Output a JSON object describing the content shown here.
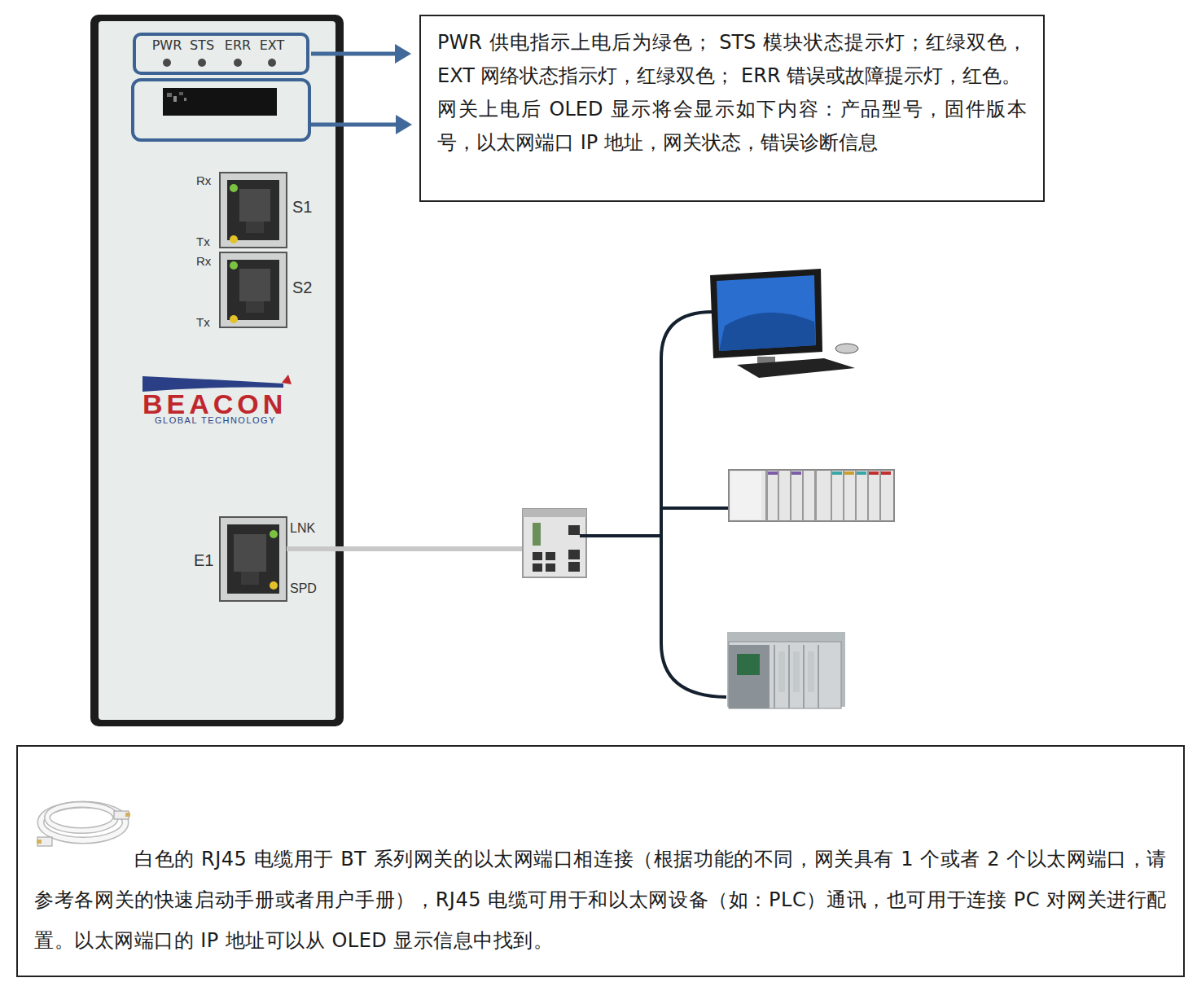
{
  "diagram": {
    "nodes": [
      {
        "text": [
          "BEACON",
          "GLOBAL TECHNOLOGY"
        ]
      },
      {
        "text": [
          "PWR",
          "STS",
          "ERR",
          "EXT"
        ],
        "in": 0
      },
      {
        "text": [
          "PWR 供电指示上电后为绿色； STS 模块状态提示灯；红绿双色， EXT 网络状态指示灯，红绿双色； ERR 错误或故障提示灯，红色。",
          "网关上电后 OLED 显示将会显示如下内容：产品型号，固件版本号，以太网端口 IP 地址，网关状态，错误诊断信息"
        ]
      },
      {
        "text": [
          "白色的 RJ45 电缆用于 BT 系列网关的以太网端口相连接（根据功能的不同，网关具有 1 个或者 2 个以太网端口，请参考各网关的快速启动手册或者用户手册），RJ45 电缆可用于和以太网设备（如：PLC）通讯，也可用于连接 PC 对网关进行配置。以太网端口的 IP 地址可以从 OLED 显示信息中找到。"
        ]
      }
    ],
    "edges": [
      {
        "from": 1,
        "to": 2,
        "arrow": "to"
      }
    ],
    "labels": [
      "Rx",
      "S1",
      "Tx",
      "Rx",
      "S2",
      "Tx",
      "LNK",
      "E1",
      "SPD"
    ]
  }
}
